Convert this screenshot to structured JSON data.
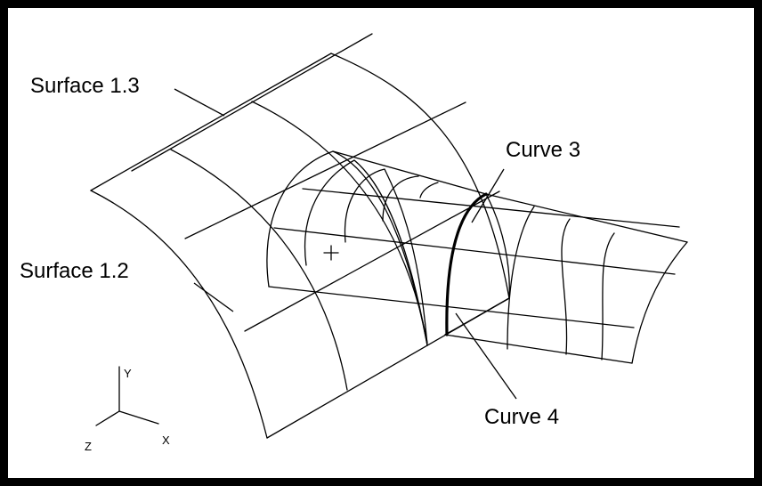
{
  "labels": {
    "surface_1_3": "Surface 1.3",
    "surface_1_2": "Surface 1.2",
    "curve_3": "Curve 3",
    "curve_4": "Curve 4"
  },
  "triad": {
    "y": "Y",
    "z": "Z",
    "x": "X"
  },
  "colors": {
    "frame": "#000000",
    "background": "#ffffff",
    "ink": "#000000"
  }
}
